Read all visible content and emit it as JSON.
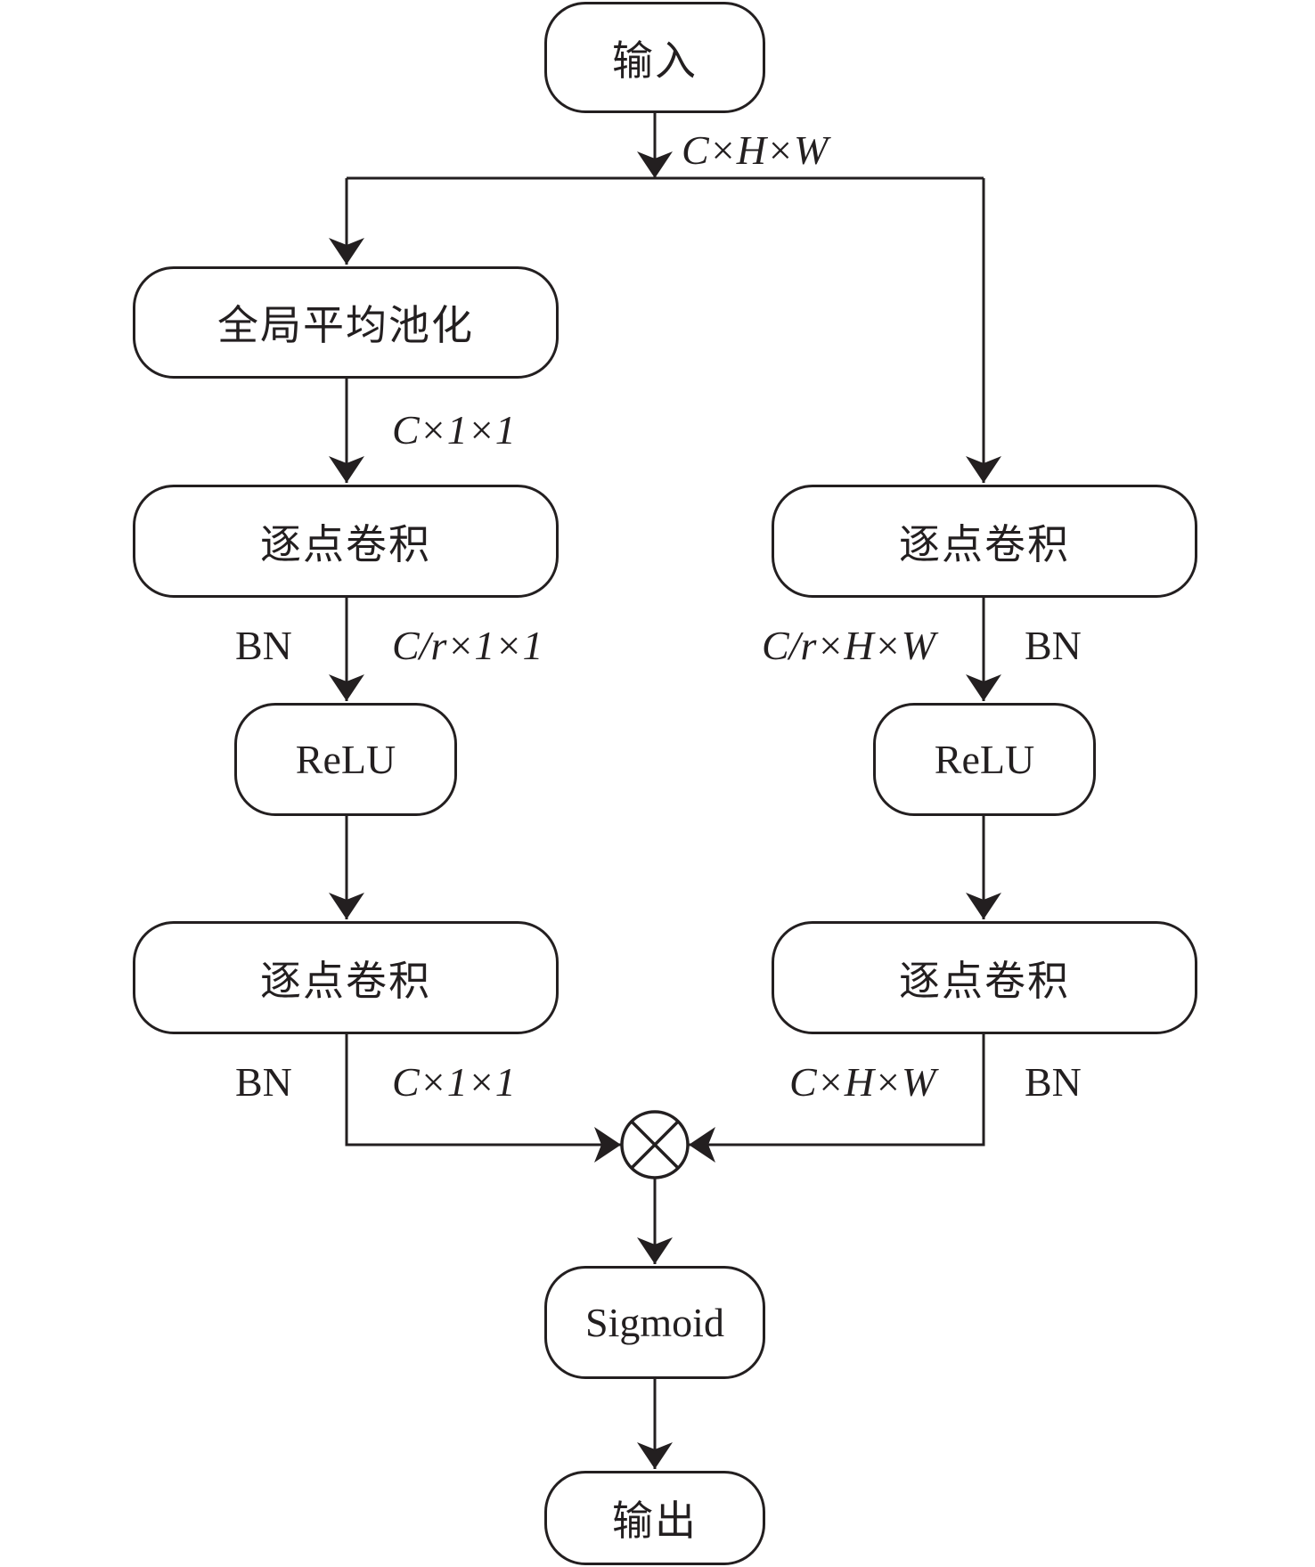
{
  "nodes": {
    "input": "输入",
    "global_avg_pool": "全局平均池化",
    "left_pwconv_1": "逐点卷积",
    "left_relu": "ReLU",
    "left_pwconv_2": "逐点卷积",
    "right_pwconv_1": "逐点卷积",
    "right_relu": "ReLU",
    "right_pwconv_2": "逐点卷积",
    "sigmoid": "Sigmoid",
    "output": "输出"
  },
  "merge_operator": "multiply-circle",
  "labels": {
    "input_shape": "C×H×W",
    "gap_shape": "C×1×1",
    "left_bn_1": "BN",
    "left_reduced_shape": "C/r×1×1",
    "right_reduced_shape": "C/r×H×W",
    "right_bn_1": "BN",
    "left_bn_2": "BN",
    "left_out_shape": "C×1×1",
    "right_out_shape": "C×H×W",
    "right_bn_2": "BN"
  },
  "colors": {
    "stroke": "#231f20",
    "background": "#ffffff"
  }
}
